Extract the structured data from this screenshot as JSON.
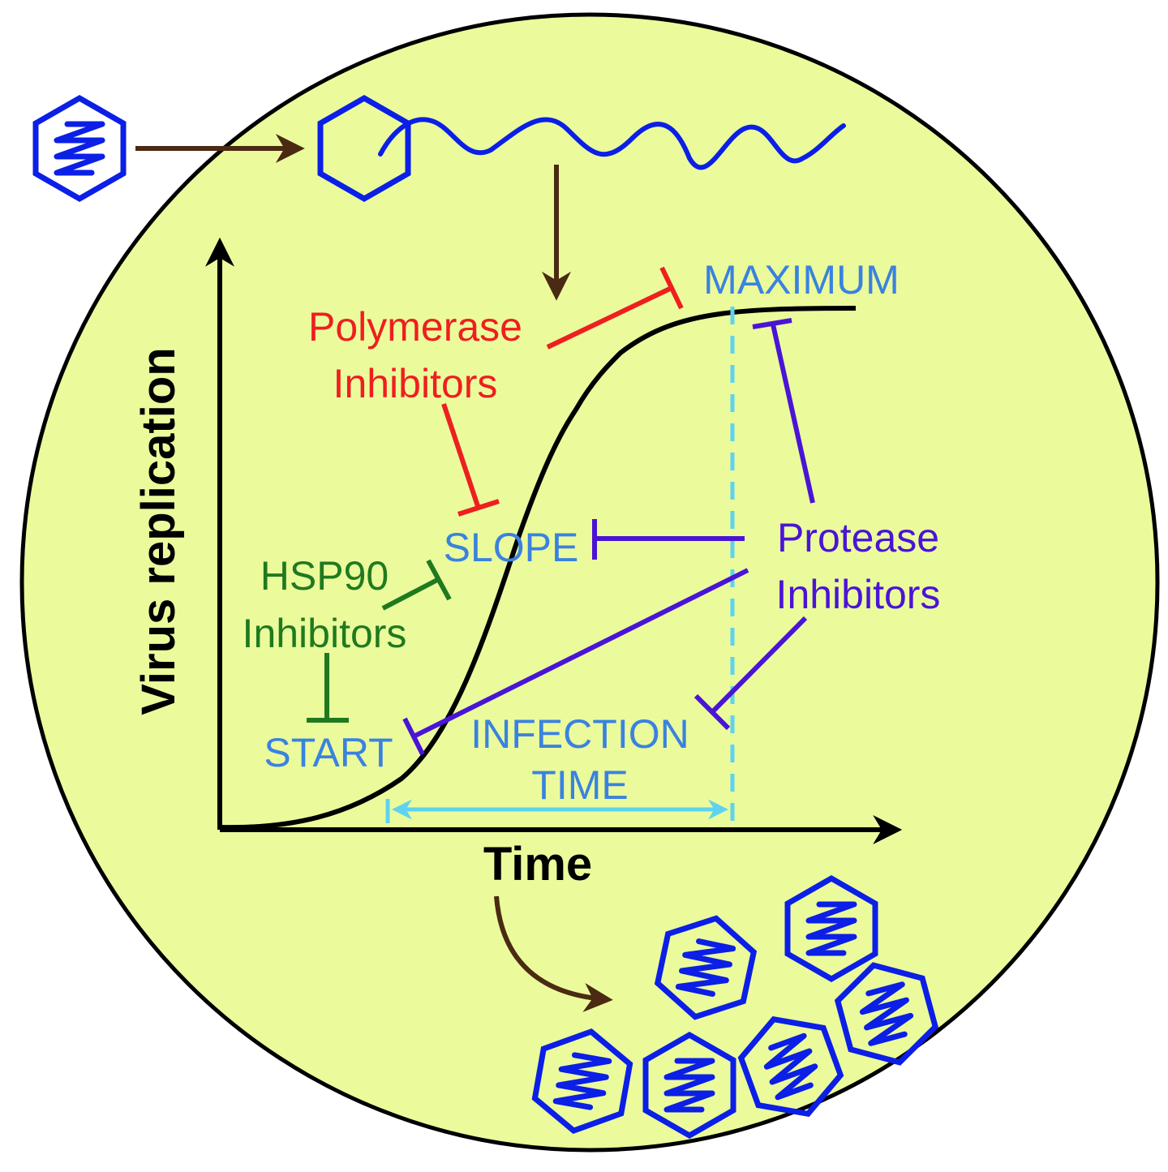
{
  "colors": {
    "cell_fill": "#ebfb9c",
    "outline": "#000000",
    "virus": "#0b1fe6",
    "transition_arrow": "#4a2a12",
    "polymerase": "#ee1f1f",
    "hsp90": "#1f7a1f",
    "protease": "#4a14d6",
    "phase_label": "#3a82e0",
    "infection_time": "#5ed3f0"
  },
  "axes": {
    "y_title": "Virus replication",
    "x_title": "Time"
  },
  "phases": {
    "maximum": "MAXIMUM",
    "slope": "SLOPE",
    "start": "START",
    "infection_line1": "INFECTION",
    "infection_line2": "TIME"
  },
  "inhibitors": {
    "polymerase_line1": "Polymerase",
    "polymerase_line2": "Inhibitors",
    "hsp90_line1": "HSP90",
    "hsp90_line2": "Inhibitors",
    "protease_line1": "Protease",
    "protease_line2": "Inhibitors"
  },
  "icons": {
    "virion": "hexagon-virus-icon",
    "uncoating": "virus-uncoating-icon",
    "progeny_count": 6
  }
}
